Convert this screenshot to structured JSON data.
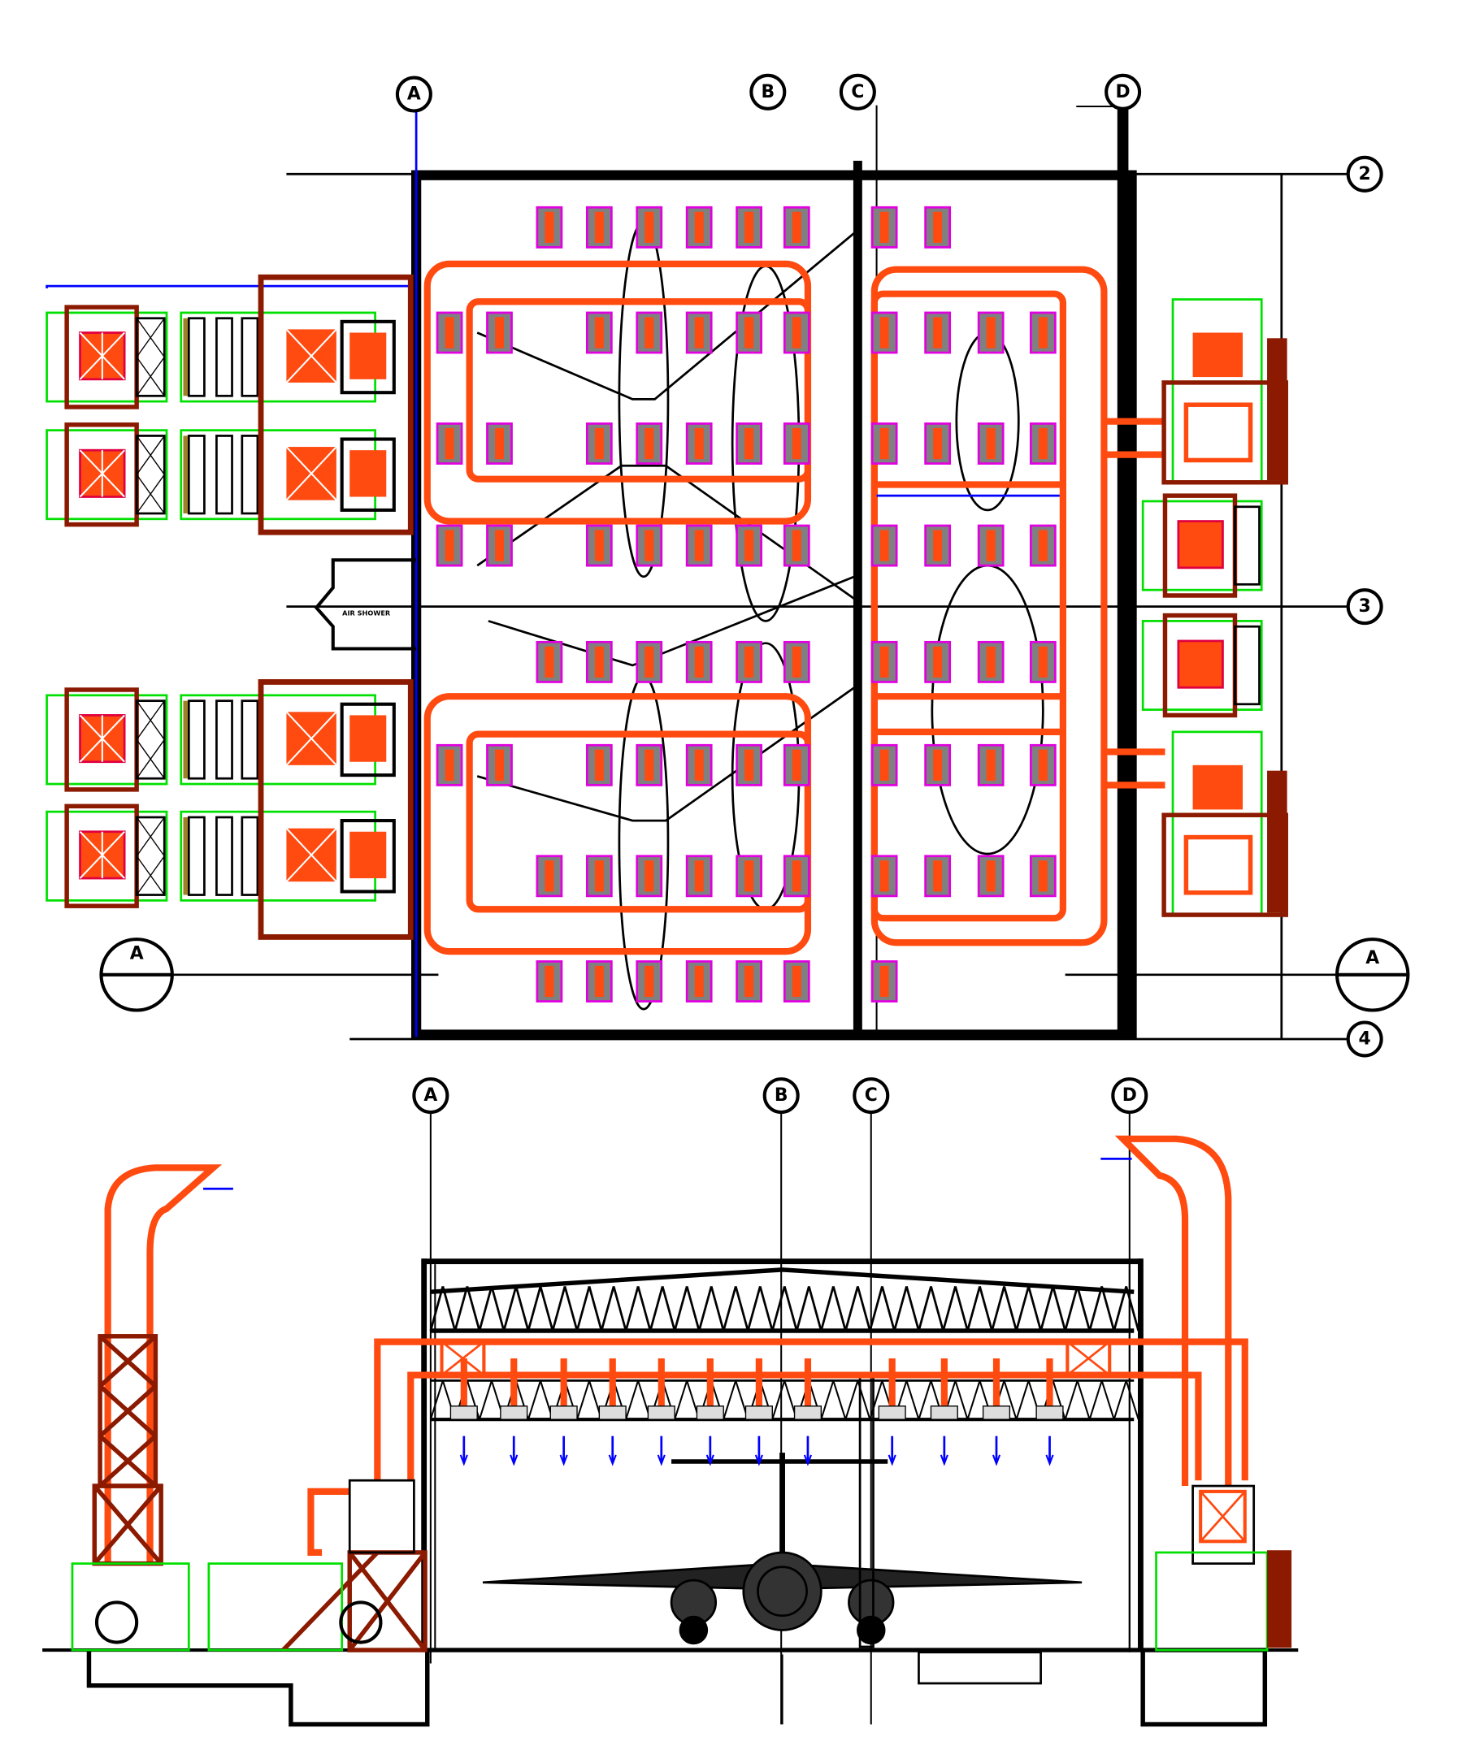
{
  "plan_view": {
    "grid_columns": [
      "A",
      "B",
      "C",
      "D"
    ],
    "grid_rows": [
      "2",
      "3",
      "4"
    ],
    "section_marker": "A",
    "air_shower_label": "AIR SHOWER"
  },
  "section_view": {
    "grid_columns": [
      "A",
      "B",
      "C",
      "D"
    ]
  },
  "colors": {
    "supply_duct": "#ff4a10",
    "unit_outline": "#00e000",
    "equipment": "#8b1a00",
    "diffuser": "#808080",
    "diffuser_accent": "#e000e0",
    "chilled_water": "#0000ff"
  }
}
